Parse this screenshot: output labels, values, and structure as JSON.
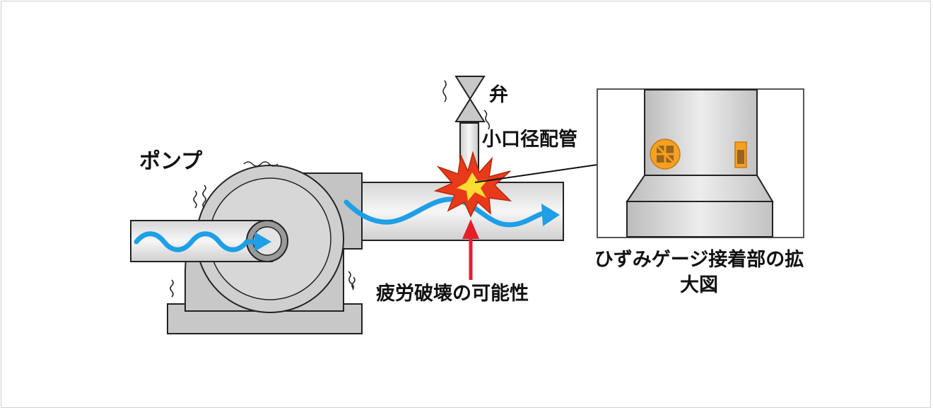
{
  "labels": {
    "pump": "ポンプ",
    "valve": "弁",
    "small_pipe": "小口径配管",
    "fatigue": "疲労破壊の可能性",
    "zoom_caption": "ひずみゲージ接着部の拡大図"
  },
  "colors": {
    "flow_arrow": "#1e9fe6",
    "machine_gray": "#c8c8c8",
    "outline": "#222222",
    "burst_fill": "#e83a1a",
    "burst_core": "#ffdd33",
    "stress_arrow": "#e3202a",
    "gauge_orange": "#f5a020"
  },
  "icons": [
    "valve-icon",
    "burst-icon",
    "flow-arrow-icon",
    "vibration-icon",
    "strain-gauge-icon"
  ]
}
